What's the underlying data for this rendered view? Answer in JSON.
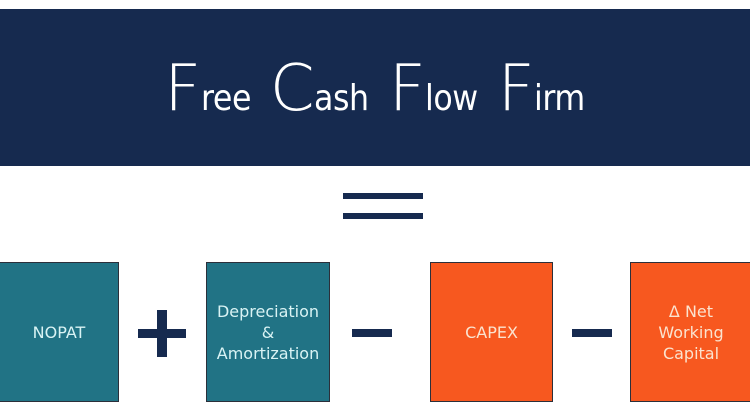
{
  "title": {
    "words": [
      {
        "cap": "F",
        "rest": "ree"
      },
      {
        "cap": "C",
        "rest": "ash"
      },
      {
        "cap": "F",
        "rest": "low"
      },
      {
        "cap": "F",
        "rest": "irm"
      }
    ],
    "full_text": "Free Cash Flow Firm"
  },
  "equals_icon": "equals-sign",
  "components": [
    {
      "label": "NOPAT",
      "color": "teal"
    },
    {
      "operator": "plus",
      "symbol": "+"
    },
    {
      "label": "Depreciation\n&\nAmortization",
      "color": "teal"
    },
    {
      "operator": "minus",
      "symbol": "−"
    },
    {
      "label": "CAPEX",
      "color": "orange"
    },
    {
      "operator": "minus",
      "symbol": "−"
    },
    {
      "label": "Δ Net\nWorking\nCapital",
      "color": "orange"
    }
  ],
  "colors": {
    "navy": "#162a4f",
    "teal": "#217385",
    "orange": "#f7581f"
  }
}
